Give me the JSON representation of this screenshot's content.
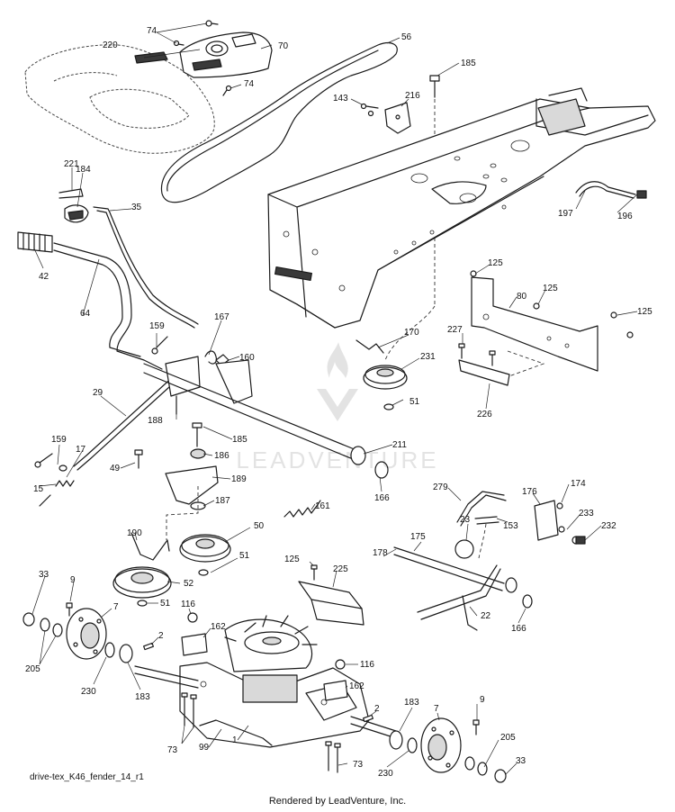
{
  "diagram_id": "drive-tex_K46_fender_14_r1",
  "render_credit": "Rendered by LeadVenture, Inc.",
  "watermark": "LEADVENTURE",
  "colors": {
    "line": "#1a1a1a",
    "watermark": "#e3e3e3",
    "background": "#ffffff"
  },
  "callouts": {
    "c74a": "74",
    "c70": "70",
    "c220": "220",
    "c56": "56",
    "c74b": "74",
    "c185a": "185",
    "c143": "143",
    "c216": "216",
    "c221": "221",
    "c184": "184",
    "c35": "35",
    "c42": "42",
    "c197": "197",
    "c196": "196",
    "c64": "64",
    "c159a": "159",
    "c167": "167",
    "c125a": "125",
    "c125b": "125",
    "c80": "80",
    "c125c": "125",
    "c170": "170",
    "c227": "227",
    "c231": "231",
    "c160": "160",
    "c29": "29",
    "c51a": "51",
    "c226": "226",
    "c188": "188",
    "c185b": "185",
    "c159b": "159",
    "c17": "17",
    "c186": "186",
    "c211": "211",
    "c49": "49",
    "c189": "189",
    "c15": "15",
    "c166a": "166",
    "c187": "187",
    "c279": "279",
    "c176": "176",
    "c174": "174",
    "c161": "161",
    "c23": "23",
    "c153": "153",
    "c233": "233",
    "c232": "232",
    "c190": "190",
    "c50": "50",
    "c175": "175",
    "c178": "178",
    "c125d": "125",
    "c225": "225",
    "c51b": "51",
    "c33a": "33",
    "c9a": "9",
    "c52": "52",
    "c7a": "7",
    "c51c": "51",
    "c22": "22",
    "c166b": "166",
    "c116a": "116",
    "c162a": "162",
    "c2a": "2",
    "c205a": "205",
    "c230a": "230",
    "c183a": "183",
    "c116b": "116",
    "c162b": "162",
    "c2b": "2",
    "c183b": "183",
    "c7b": "7",
    "c9b": "9",
    "c73a": "73",
    "c99": "99",
    "c1": "1",
    "c205b": "205",
    "c33b": "33",
    "c230b": "230",
    "c73b": "73"
  }
}
